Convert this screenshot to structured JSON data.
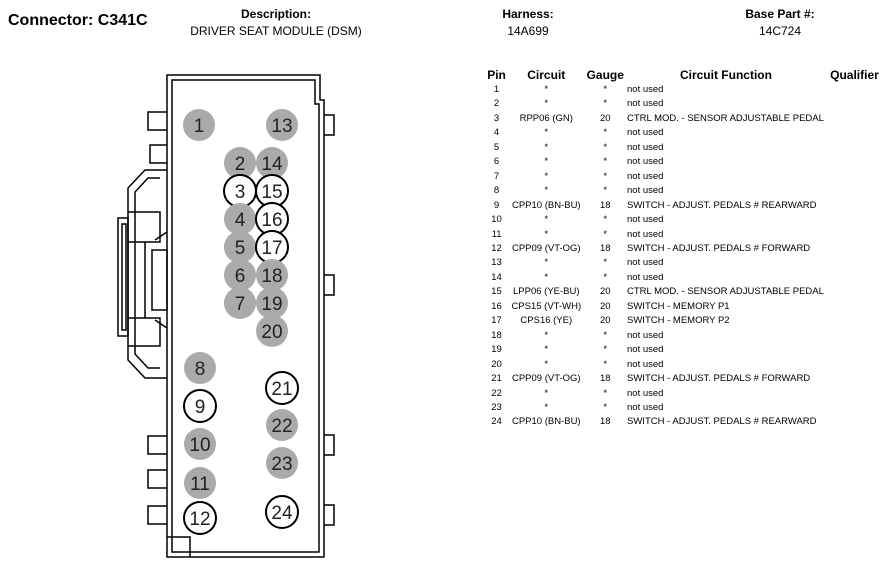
{
  "connector": {
    "label": "Connector: C341C"
  },
  "description": {
    "label": "Description:",
    "value": "DRIVER SEAT MODULE (DSM)"
  },
  "harness": {
    "label": "Harness:",
    "value": "14A699"
  },
  "base_part": {
    "label": "Base Part #:",
    "value": "14C724"
  },
  "table": {
    "headers": {
      "pin": "Pin",
      "circuit": "Circuit",
      "gauge": "Gauge",
      "function": "Circuit Function",
      "qualifier": "Qualifier"
    },
    "rows": [
      {
        "pin": "1",
        "circuit": "*",
        "gauge": "*",
        "function": "not used"
      },
      {
        "pin": "2",
        "circuit": "*",
        "gauge": "*",
        "function": "not used"
      },
      {
        "pin": "3",
        "circuit": "RPP06 (GN)",
        "gauge": "20",
        "function": "CTRL MOD. - SENSOR ADJUSTABLE PEDAL"
      },
      {
        "pin": "4",
        "circuit": "*",
        "gauge": "*",
        "function": "not used"
      },
      {
        "pin": "5",
        "circuit": "*",
        "gauge": "*",
        "function": "not used"
      },
      {
        "pin": "6",
        "circuit": "*",
        "gauge": "*",
        "function": "not used"
      },
      {
        "pin": "7",
        "circuit": "*",
        "gauge": "*",
        "function": "not used"
      },
      {
        "pin": "8",
        "circuit": "*",
        "gauge": "*",
        "function": "not used"
      },
      {
        "pin": "9",
        "circuit": "CPP10 (BN-BU)",
        "gauge": "18",
        "function": "SWITCH - ADJUST. PEDALS # REARWARD"
      },
      {
        "pin": "10",
        "circuit": "*",
        "gauge": "*",
        "function": "not used"
      },
      {
        "pin": "11",
        "circuit": "*",
        "gauge": "*",
        "function": "not used"
      },
      {
        "pin": "12",
        "circuit": "CPP09 (VT-OG)",
        "gauge": "18",
        "function": "SWITCH - ADJUST. PEDALS # FORWARD"
      },
      {
        "pin": "13",
        "circuit": "*",
        "gauge": "*",
        "function": "not used"
      },
      {
        "pin": "14",
        "circuit": "*",
        "gauge": "*",
        "function": "not used"
      },
      {
        "pin": "15",
        "circuit": "LPP06 (YE-BU)",
        "gauge": "20",
        "function": "CTRL MOD. - SENSOR ADJUSTABLE PEDAL"
      },
      {
        "pin": "16",
        "circuit": "CPS15 (VT-WH)",
        "gauge": "20",
        "function": "SWITCH - MEMORY P1"
      },
      {
        "pin": "17",
        "circuit": "CPS16 (YE)",
        "gauge": "20",
        "function": "SWITCH - MEMORY P2"
      },
      {
        "pin": "18",
        "circuit": "*",
        "gauge": "*",
        "function": "not used"
      },
      {
        "pin": "19",
        "circuit": "*",
        "gauge": "*",
        "function": "not used"
      },
      {
        "pin": "20",
        "circuit": "*",
        "gauge": "*",
        "function": "not used"
      },
      {
        "pin": "21",
        "circuit": "CPP09 (VT-OG)",
        "gauge": "18",
        "function": "SWITCH - ADJUST. PEDALS # FORWARD"
      },
      {
        "pin": "22",
        "circuit": "*",
        "gauge": "*",
        "function": "not used"
      },
      {
        "pin": "23",
        "circuit": "*",
        "gauge": "*",
        "function": "not used"
      },
      {
        "pin": "24",
        "circuit": "CPP10 (BN-BU)",
        "gauge": "18",
        "function": "SWITCH - ADJUST. PEDALS # REARWARD"
      }
    ]
  },
  "pins": [
    {
      "label": "1",
      "used": false
    },
    {
      "label": "2",
      "used": false
    },
    {
      "label": "3",
      "used": true
    },
    {
      "label": "4",
      "used": false
    },
    {
      "label": "5",
      "used": false
    },
    {
      "label": "6",
      "used": false
    },
    {
      "label": "7",
      "used": false
    },
    {
      "label": "8",
      "used": false
    },
    {
      "label": "9",
      "used": true
    },
    {
      "label": "10",
      "used": false
    },
    {
      "label": "11",
      "used": false
    },
    {
      "label": "12",
      "used": true
    },
    {
      "label": "13",
      "used": false
    },
    {
      "label": "14",
      "used": false
    },
    {
      "label": "15",
      "used": true
    },
    {
      "label": "16",
      "used": true
    },
    {
      "label": "17",
      "used": true
    },
    {
      "label": "18",
      "used": false
    },
    {
      "label": "19",
      "used": false
    },
    {
      "label": "20",
      "used": false
    },
    {
      "label": "21",
      "used": true
    },
    {
      "label": "22",
      "used": false
    },
    {
      "label": "23",
      "used": false
    },
    {
      "label": "24",
      "used": true
    }
  ],
  "colors": {
    "unused_pin": "#aaaaaa",
    "used_pin_fill": "#ffffff",
    "outline": "#000000"
  }
}
